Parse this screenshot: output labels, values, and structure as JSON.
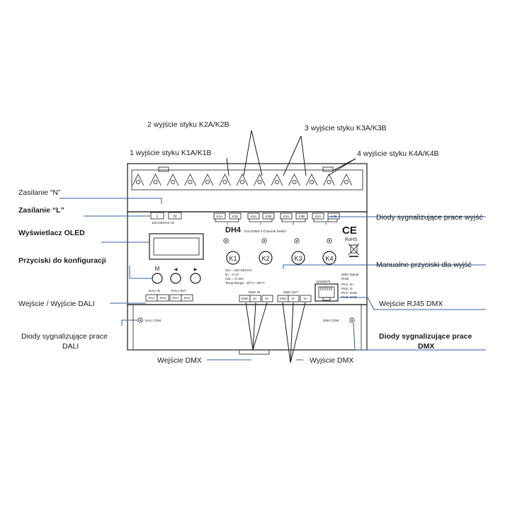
{
  "callouts": {
    "k2": "2 wyjście styku K2A/K2B",
    "k3": "3 wyjście styku K3A/K3B",
    "k1": "1 wyjście styku K1A/K1B",
    "k4": "4 wyjście styku K4A/K4B",
    "zas_n": "Zasilanie “N”",
    "zas_l": "Zasilanie “L”",
    "oled": "Wyświetlacz OLED",
    "buttons": "Przyciski do konfiguracji",
    "dali_io": "Wejście / Wyjście DALI",
    "dali_led_1": "Diody sygnalizujące prace",
    "dali_led_2": "DALI",
    "dmx_in": "Wejście DMX",
    "dmx_out": "Wyjście DMX",
    "out_leds": "Diody sygnalizujące prace wyjść",
    "manual": "Manualne przyciski dla wyjść",
    "rj45": "Wejście RJ45 DMX",
    "dmx_led_1": "Diody sygnalizujące prace",
    "dmx_led_2": "DMX"
  },
  "device": {
    "power_l": "L",
    "power_n": "N",
    "power_caption": "100-240VAC  IN",
    "relays": [
      "K1A",
      "K1B",
      "K2A",
      "K2B",
      "K3A",
      "K3B",
      "K4A",
      "K4B"
    ],
    "channel_marks": [
      "1",
      "2",
      "3",
      "4"
    ],
    "model": "DH4",
    "subtitle": "DALI/DMX 4-Channel Switch",
    "ce": "CE",
    "rohs": "RoHS",
    "buttons": [
      "K1",
      "K2",
      "K3",
      "K4"
    ],
    "btn_m": "M",
    "btn_left": "◀",
    "btn_right": "▶",
    "specs": [
      "Uin = 100-240VAC",
      "Iin  = 0.1A",
      "Out = 4×16A",
      "Temp Range: -20°C~+55°C"
    ],
    "rj_pins": "12345678",
    "rj_info": [
      "DMX Signal",
      "RJ45",
      "Pin1: D+",
      "Pin2: D-",
      "Pin7: GND",
      "Pin8: GND"
    ],
    "dali_in": "DALI IN",
    "dali_out": "DALI OUT",
    "dali_terms": [
      "DA1",
      "DA2",
      "DA1",
      "DA2"
    ],
    "dmx_in": "DMX IN",
    "dmx_out": "DMX OUT",
    "dmx_terms": [
      "GND",
      "D−",
      "D+",
      "GND",
      "D−",
      "D+"
    ],
    "dali_com": "DALI COM",
    "dmx_com": "DMX COM"
  }
}
